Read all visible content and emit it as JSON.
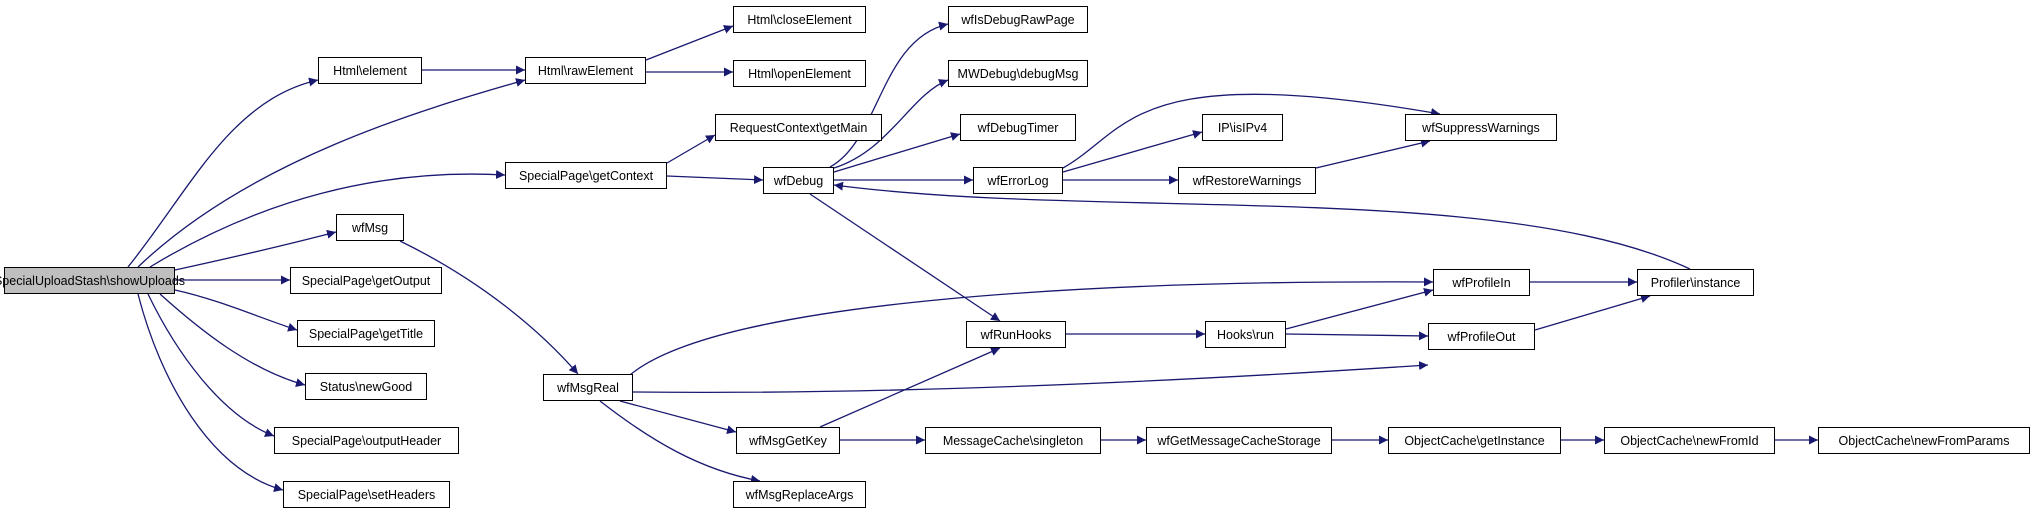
{
  "graph": {
    "edge_color": "#191970",
    "root_fill": "#bfbfbf",
    "nodes": {
      "root": "SpecialUploadStash\\showUploads",
      "html_element": "Html\\element",
      "html_rawElement": "Html\\rawElement",
      "html_closeElement": "Html\\closeElement",
      "html_openElement": "Html\\openElement",
      "sp_getContext": "SpecialPage\\getContext",
      "rc_getMain": "RequestContext\\getMain",
      "wfDebug": "wfDebug",
      "wfIsDebugRawPage": "wfIsDebugRawPage",
      "mwDebug_debugMsg": "MWDebug\\debugMsg",
      "wfDebugTimer": "wfDebugTimer",
      "wfErrorLog": "wfErrorLog",
      "ip_isIPv4": "IP\\isIPv4",
      "wfSuppressWarnings": "wfSuppressWarnings",
      "wfRestoreWarnings": "wfRestoreWarnings",
      "wfMsg": "wfMsg",
      "sp_getOutput": "SpecialPage\\getOutput",
      "sp_getTitle": "SpecialPage\\getTitle",
      "status_newGood": "Status\\newGood",
      "sp_outputHeader": "SpecialPage\\outputHeader",
      "sp_setHeaders": "SpecialPage\\setHeaders",
      "wfMsgReal": "wfMsgReal",
      "wfRunHooks": "wfRunHooks",
      "hooks_run": "Hooks\\run",
      "wfProfileIn": "wfProfileIn",
      "wfProfileOut": "wfProfileOut",
      "profiler_instance": "Profiler\\instance",
      "wfMsgGetKey": "wfMsgGetKey",
      "wfMsgReplaceArgs": "wfMsgReplaceArgs",
      "messageCache_singleton": "MessageCache\\singleton",
      "wfGetMessageCacheStorage": "wfGetMessageCacheStorage",
      "objectCache_getInstance": "ObjectCache\\getInstance",
      "objectCache_newFromId": "ObjectCache\\newFromId",
      "objectCache_newFromParams": "ObjectCache\\newFromParams"
    },
    "edges": [
      [
        "root",
        "html_element"
      ],
      [
        "root",
        "html_rawElement"
      ],
      [
        "root",
        "sp_getContext"
      ],
      [
        "root",
        "wfMsg"
      ],
      [
        "root",
        "sp_getOutput"
      ],
      [
        "root",
        "sp_getTitle"
      ],
      [
        "root",
        "status_newGood"
      ],
      [
        "root",
        "sp_outputHeader"
      ],
      [
        "root",
        "sp_setHeaders"
      ],
      [
        "html_element",
        "html_rawElement"
      ],
      [
        "html_rawElement",
        "html_closeElement"
      ],
      [
        "html_rawElement",
        "html_openElement"
      ],
      [
        "sp_getContext",
        "rc_getMain"
      ],
      [
        "sp_getContext",
        "wfDebug"
      ],
      [
        "wfDebug",
        "wfIsDebugRawPage"
      ],
      [
        "wfDebug",
        "mwDebug_debugMsg"
      ],
      [
        "wfDebug",
        "wfDebugTimer"
      ],
      [
        "wfDebug",
        "wfErrorLog"
      ],
      [
        "wfDebug",
        "wfRunHooks"
      ],
      [
        "wfErrorLog",
        "ip_isIPv4"
      ],
      [
        "wfErrorLog",
        "wfSuppressWarnings"
      ],
      [
        "wfErrorLog",
        "wfRestoreWarnings"
      ],
      [
        "wfRestoreWarnings",
        "wfSuppressWarnings"
      ],
      [
        "wfMsg",
        "wfMsgReal"
      ],
      [
        "wfMsgReal",
        "wfProfileIn"
      ],
      [
        "wfMsgReal",
        "wfProfileOut"
      ],
      [
        "wfMsgReal",
        "wfMsgGetKey"
      ],
      [
        "wfMsgReal",
        "wfMsgReplaceArgs"
      ],
      [
        "wfMsgGetKey",
        "wfRunHooks"
      ],
      [
        "wfMsgGetKey",
        "messageCache_singleton"
      ],
      [
        "wfRunHooks",
        "hooks_run"
      ],
      [
        "hooks_run",
        "wfProfileIn"
      ],
      [
        "hooks_run",
        "wfProfileOut"
      ],
      [
        "wfProfileIn",
        "profiler_instance"
      ],
      [
        "wfProfileOut",
        "profiler_instance"
      ],
      [
        "profiler_instance",
        "wfDebug"
      ],
      [
        "messageCache_singleton",
        "wfGetMessageCacheStorage"
      ],
      [
        "wfGetMessageCacheStorage",
        "objectCache_getInstance"
      ],
      [
        "objectCache_getInstance",
        "objectCache_newFromId"
      ],
      [
        "objectCache_newFromId",
        "objectCache_newFromParams"
      ]
    ]
  }
}
